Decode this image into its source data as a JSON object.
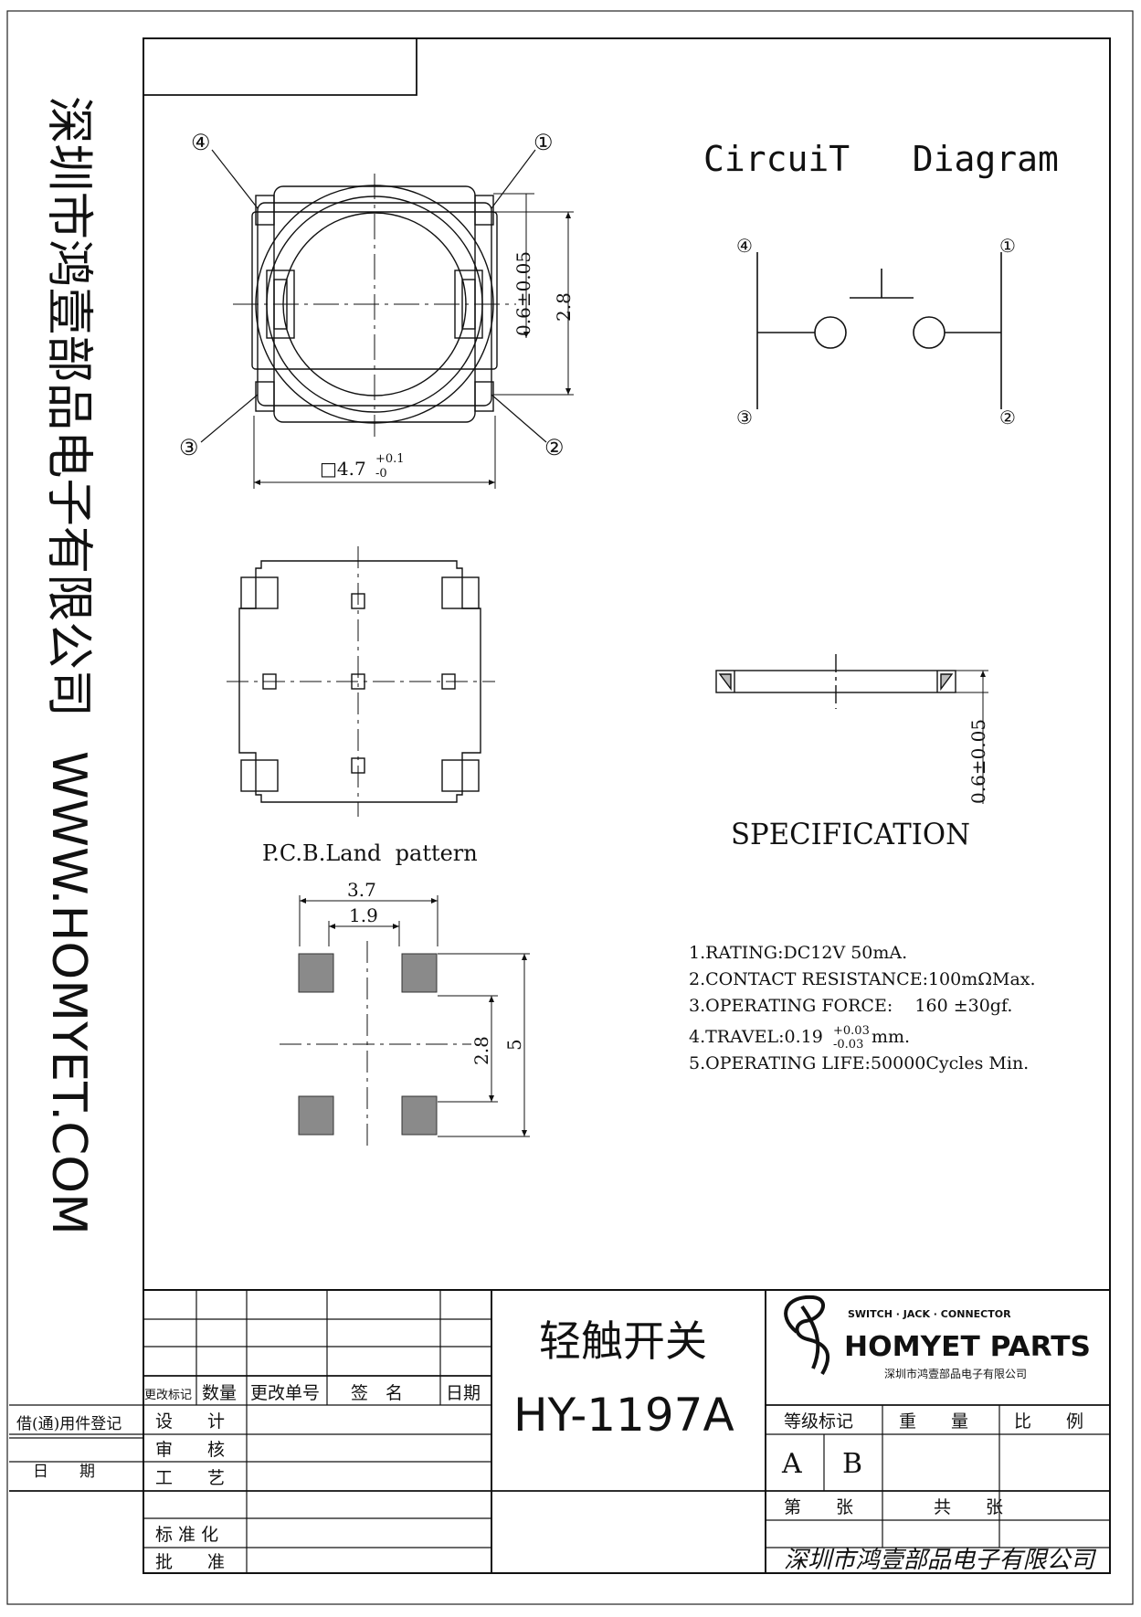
{
  "side_company": "深圳市鸿壹部品电子有限公司",
  "side_url": "WWW.HOMYET.COM",
  "circuit": {
    "title": "CircuiT   Diagram",
    "pins": [
      "④",
      "①",
      "③",
      "②"
    ]
  },
  "top_view": {
    "pins": [
      "④",
      "①",
      "③",
      "②"
    ],
    "dim_width": "□4.7",
    "dim_width_tol_plus": "+0.1",
    "dim_width_tol_minus": "-0",
    "dim_height": "0.6±0.05",
    "dim_pitch": "2.8"
  },
  "side_view": {
    "dim_height": "0.6±0.05",
    "label": "SPECIFICATION"
  },
  "pcb": {
    "label": "P.C.B.Land  pattern",
    "dim_outer": "3.7",
    "dim_inner": "1.9",
    "dim_pitch": "2.8",
    "dim_total": "5"
  },
  "specs": [
    "1.RATING:DC12V 50mA.",
    "2.CONTACT RESISTANCE:100mΩMax.",
    "3.OPERATING FORCE:    160 ±30gf.",
    "4.TRAVEL:0.19",
    "5.OPERATING LIFE:50000Cycles Min."
  ],
  "travel_tol_plus": "+0.03",
  "travel_tol_minus": "-0.03",
  "travel_unit": "mm.",
  "title_block": {
    "product_name": "轻触开关",
    "model": "HY-1197A",
    "revision_headers": [
      "更改标记",
      "数量",
      "更改单号",
      "签　名",
      "日期"
    ],
    "roles": [
      "设　　计",
      "审　　核",
      "工　　艺",
      "标 准 化",
      "批　　准"
    ],
    "left_labels": [
      "借(通)用件登记",
      "日　　期"
    ],
    "logo_tagline": "SWITCH · JACK · CONNECTOR",
    "logo_name": "HOMYET PARTS",
    "logo_company": "深圳市鸿壹部品电子有限公司",
    "grade_label": "等级标记",
    "weight_label": "重　　量",
    "scale_label": "比　　例",
    "grade_a": "A",
    "grade_b": "B",
    "sheet_label": "第　　张",
    "total_label": "共　　张",
    "signature": "深圳市鸿壹部品电子有限公司"
  }
}
